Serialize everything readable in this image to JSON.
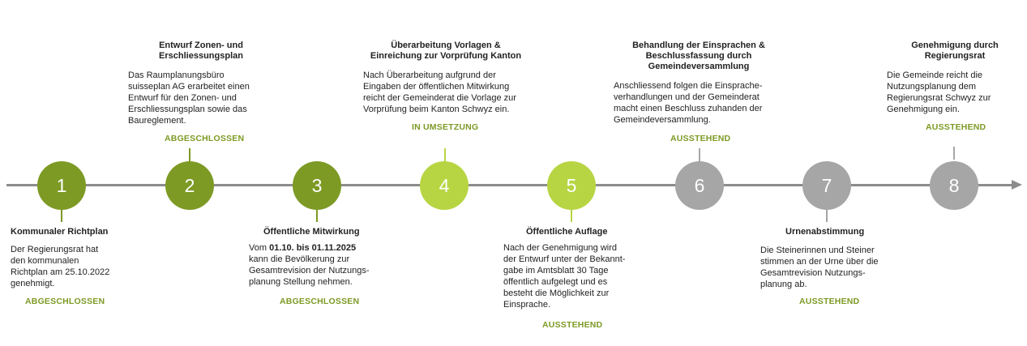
{
  "colors": {
    "done": "#7d9a24",
    "active": "#b7d543",
    "pending": "#a6a6a6",
    "axis": "#8c8c8c",
    "status_text": "#7d9a24"
  },
  "steps": [
    {
      "number": "1",
      "title": "Kommunaler Richtplan",
      "desc_lines": [
        "Der Regierungsrat hat",
        "den kommunalen",
        "Richtplan am 25.10.2022",
        "genehmigt."
      ],
      "status": "ABGESCHLOSSEN",
      "state": "done"
    },
    {
      "number": "2",
      "title_lines": [
        "Entwurf Zonen- und",
        "Erschliessungsplan"
      ],
      "desc_lines": [
        "Das Raumplanungsbüro",
        "suisseplan AG erarbeitet einen",
        "Entwurf für den Zonen- und",
        "Erschliessungsplan sowie das",
        "Baureglement."
      ],
      "status": "ABGESCHLOSSEN",
      "state": "done"
    },
    {
      "number": "3",
      "title": "Öffentliche Mitwirkung",
      "desc_prefix": "Vom ",
      "desc_bold": "01.10. bis 01.11.2025",
      "desc_lines": [
        "kann die Bevölkerung zur",
        "Gesamtrevision der  Nutzungs-",
        "planung Stellung nehmen."
      ],
      "status": "ABGESCHLOSSEN",
      "state": "done"
    },
    {
      "number": "4",
      "title_lines": [
        "Überarbeitung Vorlagen &",
        "Einreichung zur Vorprüfung Kanton"
      ],
      "desc_lines": [
        "Nach Überarbeitung aufgrund der",
        "Eingaben der öffentlichen Mitwirkung",
        "reicht der Gemeinderat die Vorlage zur",
        "Vorprüfung beim Kanton Schwyz ein."
      ],
      "status": "IN UMSETZUNG",
      "state": "active"
    },
    {
      "number": "5",
      "title": "Öffentliche Auflage",
      "desc_lines": [
        "Nach der Genehmigung wird",
        "der Entwurf unter der Bekannt-",
        "gabe im Amtsblatt 30 Tage",
        "öffentlich aufgelegt und es",
        "besteht die Möglichkeit zur",
        "Einsprache."
      ],
      "status": "AUSSTEHEND",
      "state": "active"
    },
    {
      "number": "6",
      "title_lines": [
        "Behandlung der Einsprachen &",
        "Beschlussfassung durch",
        "Gemeindeversammlung"
      ],
      "desc_lines": [
        "Anschliessend folgen die Einsprache-",
        "verhandlungen und der Gemeinderat",
        "macht einen Beschluss zuhanden der",
        "Gemeindeversammlung."
      ],
      "status": "AUSSTEHEND",
      "state": "pending"
    },
    {
      "number": "7",
      "title": "Urnenabstimmung",
      "desc_lines": [
        "Die Steinerinnen und Steiner",
        "stimmen an der Urne über die",
        "Gesamtrevision Nutzungs-",
        "planung ab."
      ],
      "status": "AUSSTEHEND",
      "state": "pending"
    },
    {
      "number": "8",
      "title_lines": [
        "Genehmigung durch",
        "Regierungsrat"
      ],
      "desc_lines": [
        "Die Gemeinde reicht die",
        "Nutzungsplanung dem",
        "Regierungsrat Schwyz zur",
        "Genehmigung ein."
      ],
      "status": "AUSSTEHEND",
      "state": "pending"
    }
  ]
}
